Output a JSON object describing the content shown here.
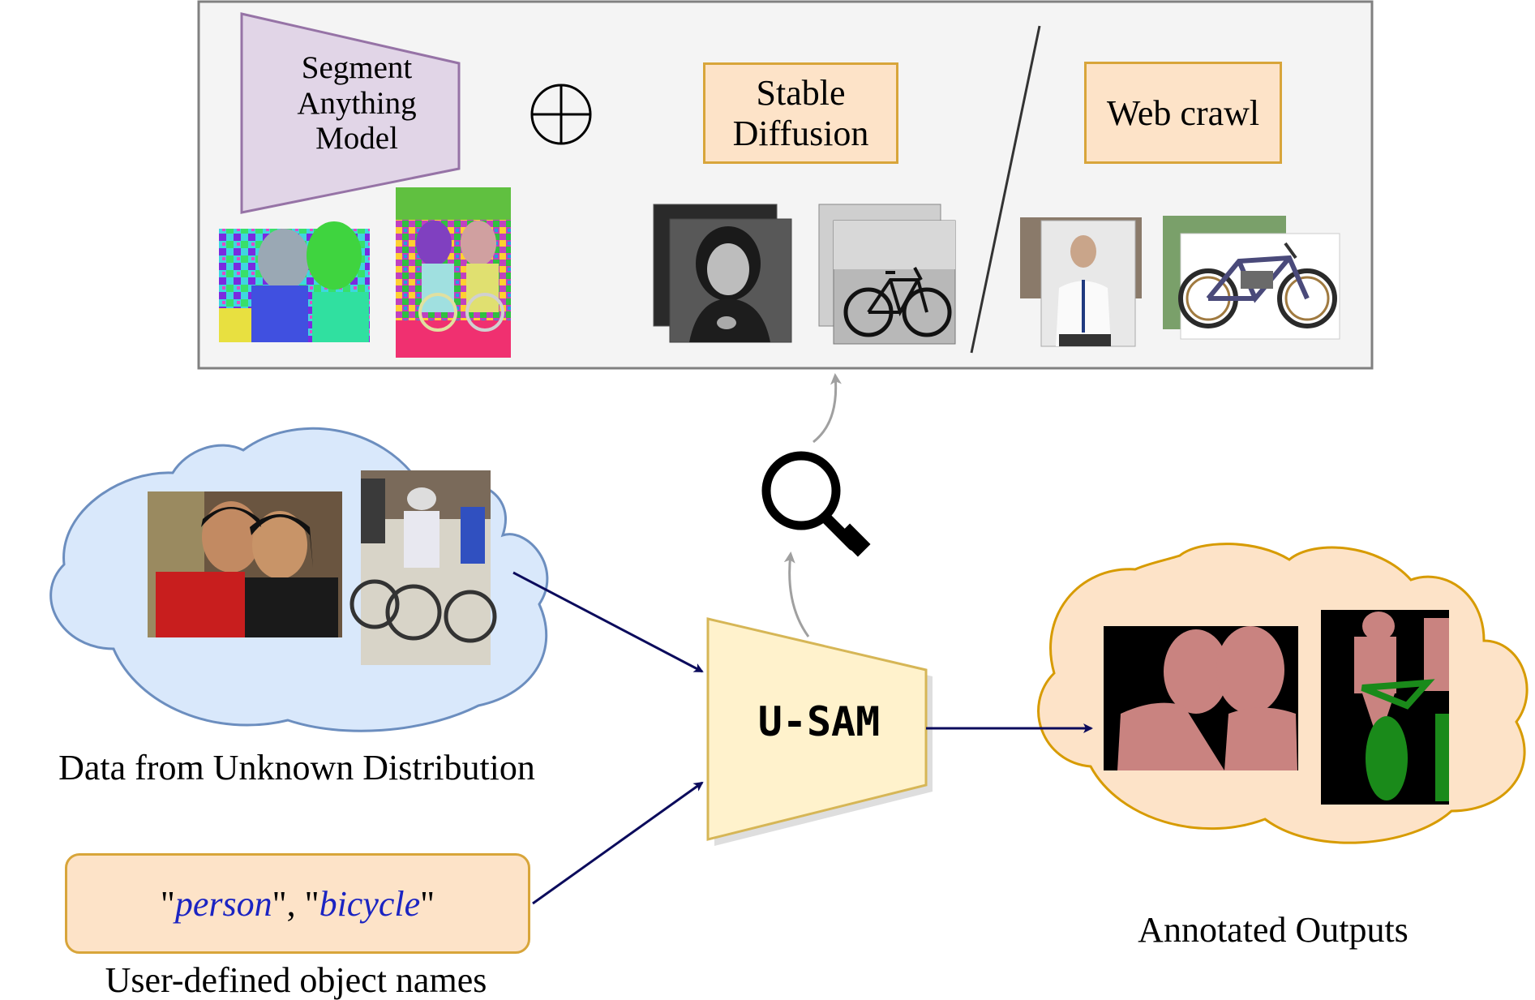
{
  "diagram": {
    "sources_panel": {
      "sam_label": "Segment Anything Model",
      "plus_symbol": "⊕",
      "stable_diffusion_label": "Stable Diffusion",
      "web_crawl_label": "Web crawl"
    },
    "input_data_caption": "Data from Unknown Distribution",
    "object_names": {
      "open_quote_1": "\"",
      "name_1": "person",
      "mid_sep": "\", \"",
      "name_2": "bicycle",
      "close_quote_2": "\""
    },
    "object_names_caption": "User-defined object names",
    "model_label": "U-SAM",
    "output_caption": "Annotated Outputs",
    "icons": [
      "magnifier-icon",
      "plus-circle-icon"
    ],
    "colors": {
      "panel_bg": "#f4f4f4",
      "panel_border": "#808080",
      "sam_fill": "#e1d5e7",
      "sam_border": "#9673a6",
      "orange_fill": "#fde3c8",
      "orange_border": "#d8a53a",
      "input_cloud_fill": "#d9e8fb",
      "input_cloud_border": "#6c8ebf",
      "output_cloud_fill": "#fde3c8",
      "output_cloud_border": "#d79b00",
      "usam_fill": "#fff2cc",
      "usam_border": "#d6b656",
      "arrow_dark": "#0b0b5c",
      "arrow_gray": "#a0a0a0",
      "person_mask": "#c98380",
      "bicycle_mask": "#1a8a1a",
      "italic_text": "#1b24c2"
    }
  }
}
